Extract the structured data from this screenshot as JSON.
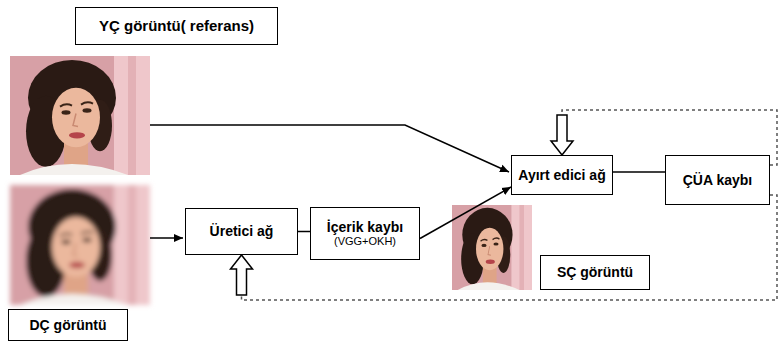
{
  "diagram": {
    "nodes": [
      {
        "text": [
          "YÇ görüntü( referans)"
        ]
      },
      {
        "text": [
          "Ayırt edici ağ"
        ]
      },
      {
        "text": [
          "ÇÜA kaybı"
        ]
      },
      {
        "text": [
          "Üretici ağ"
        ]
      },
      {
        "text": [
          "İçerik kaybı",
          "(VGG+OKH)"
        ]
      },
      {
        "text": [
          "SÇ görüntü"
        ]
      },
      {
        "text": [
          "DÇ görüntü"
        ]
      }
    ],
    "edges": [
      {
        "from": 3,
        "to": 4,
        "arrow": "none"
      },
      {
        "from": 4,
        "to": 1,
        "arrow": "to"
      },
      {
        "from": 1,
        "to": 2,
        "arrow": "none"
      },
      {
        "from": 2,
        "to": 1,
        "arrow": "to"
      },
      {
        "from": 2,
        "to": 3,
        "arrow": "to"
      }
    ]
  }
}
